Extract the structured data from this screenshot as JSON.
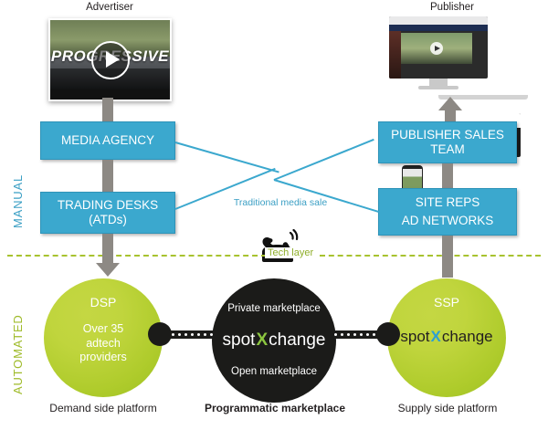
{
  "diagram": {
    "top_labels": {
      "advertiser": "Advertiser",
      "publisher": "Publisher"
    },
    "rails": {
      "manual": "MANUAL",
      "automated": "AUTOMATED"
    },
    "tech_layer_label": "Tech layer",
    "boxes": {
      "media_agency": "MEDIA AGENCY",
      "trading_desks_line1": "TRADING DESKS",
      "trading_desks_line2": "(ATDs)",
      "publisher_sales_line1": "PUBLISHER SALES",
      "publisher_sales_line2": "TEAM",
      "site_reps": "SITE REPS",
      "ad_networks": "AD NETWORKS"
    },
    "traditional_sale_label": "Traditional media sale",
    "circles": {
      "dsp": {
        "title": "DSP",
        "line1": "Over 35",
        "line2": "adtech",
        "line3": "providers",
        "caption": "Demand side platform"
      },
      "marketplace": {
        "top": "Private marketplace",
        "bottom": "Open marketplace",
        "logo_pre": "spot",
        "logo_x": "X",
        "logo_post": "change",
        "caption": "Programmatic marketplace"
      },
      "ssp": {
        "title": "SSP",
        "logo_pre": "spot",
        "logo_x": "X",
        "logo_post": "change",
        "caption": "Supply side platform"
      }
    },
    "video": {
      "brand": "PROGRESSIVE",
      "play_icon": "play-icon"
    },
    "icons": {
      "telephone": "telephone-icon",
      "monitor": "desktop-monitor-icon",
      "laptop": "laptop-icon",
      "smartphone": "smartphone-icon",
      "arrow_down": "arrow-down-icon",
      "arrow_up": "arrow-up-icon"
    },
    "colors": {
      "blue": "#3ba8ce",
      "green": "#b5cc2f",
      "black": "#1b1b19",
      "grey_pipe": "#8d8984",
      "dash_green": "#a8c22f",
      "text_dark": "#231f20"
    }
  }
}
